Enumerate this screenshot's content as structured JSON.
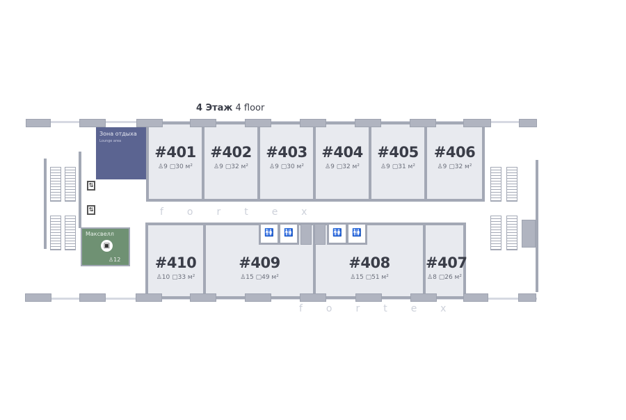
{
  "title": {
    "bold": "4 Этаж",
    "normal": "4 floor"
  },
  "lounge": {
    "label": "Зона отдыха",
    "sub": "Lounge area",
    "color": "#5b6491"
  },
  "meeting_room": {
    "label": "Максвелл",
    "capacity": "12",
    "color": "#6f9173"
  },
  "rooms_top": [
    {
      "id": "#401",
      "seats": "9",
      "area": "30 м²"
    },
    {
      "id": "#402",
      "seats": "9",
      "area": "32 м²"
    },
    {
      "id": "#403",
      "seats": "9",
      "area": "30 м²"
    },
    {
      "id": "#404",
      "seats": "9",
      "area": "32 м²"
    },
    {
      "id": "#405",
      "seats": "9",
      "area": "31 м²"
    },
    {
      "id": "#406",
      "seats": "9",
      "area": "32 м²"
    }
  ],
  "rooms_bottom": [
    {
      "id": "#410",
      "seats": "10",
      "area": "33 м²"
    },
    {
      "id": "#409",
      "seats": "15",
      "area": "49 м²"
    },
    {
      "id": "#408",
      "seats": "15",
      "area": "51 м²"
    },
    {
      "id": "#407",
      "seats": "8",
      "area": "26 м²"
    }
  ],
  "icons": {
    "person": "👤",
    "area": "▢",
    "wc": "🚻"
  },
  "watermark": "fortex"
}
